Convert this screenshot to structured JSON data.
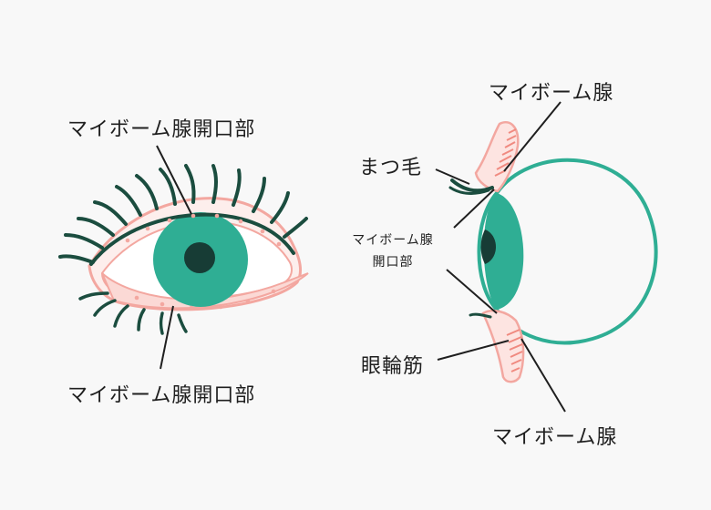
{
  "labels": {
    "front_top": "マイボーム腺開口部",
    "front_bottom": "マイボーム腺開口部",
    "side_gland_top": "マイボーム腺",
    "side_eyelash": "まつ毛",
    "side_opening_line1": "マイボーム腺",
    "side_opening_line2": "開口部",
    "side_muscle": "眼輪筋",
    "side_gland_bottom": "マイボーム腺"
  },
  "colors": {
    "background": "#f8f8f8",
    "iris": "#2fae94",
    "pupil": "#173c35",
    "lash": "#1b4d3f",
    "eyelid_pink": "#f3a7a0",
    "eyelid_fill": "#fbe6e3",
    "line": "#1f1f1f"
  }
}
